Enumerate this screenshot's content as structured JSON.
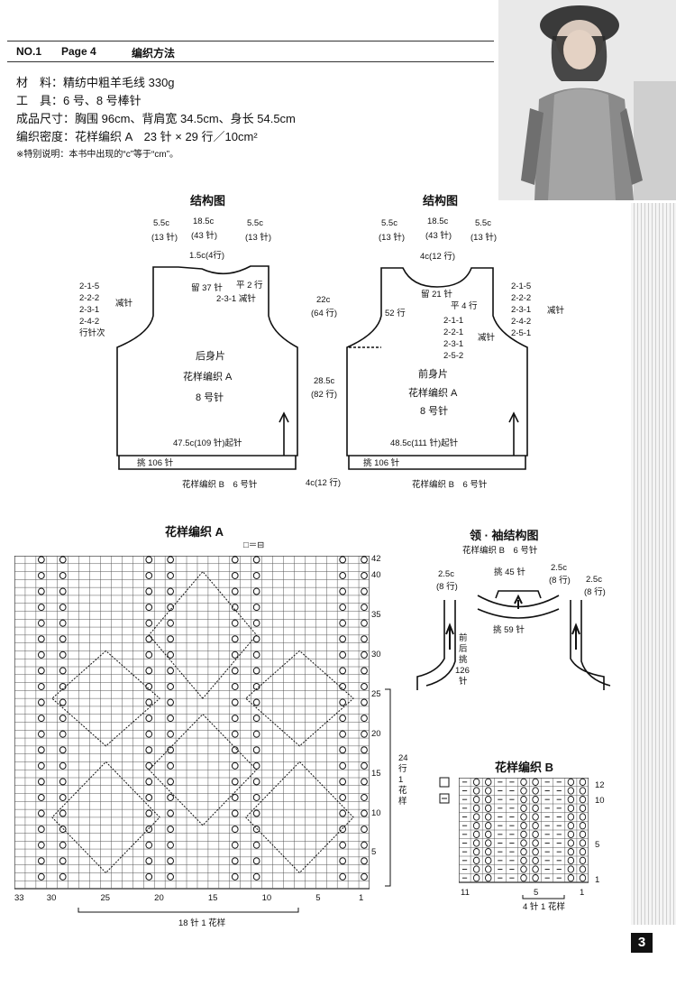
{
  "header": {
    "no": "NO.1",
    "page": "Page 4",
    "section": "编织方法"
  },
  "specs": {
    "material": "材　料：精纺中粗羊毛线 330g",
    "tools": "工　具：6 号、8 号棒针",
    "size": "成品尺寸：胸围 96cm、背肩宽 34.5cm、身长 54.5cm",
    "gauge": "编织密度：花样编织 A　23 针 × 29 行／10cm²",
    "note": "※特别说明：本书中出现的“c”等于“cm”。"
  },
  "back": {
    "title": "结构图",
    "top": [
      "5.5c",
      "18.5c",
      "5.5c"
    ],
    "top_rows": [
      "(13 针)",
      "(43 针)",
      "(13 针)"
    ],
    "neck": "1.5c(4行)",
    "leave": "留 37 针",
    "neck_flat": "平 2 行",
    "neck_dec": "2-3-1 减针",
    "arm": [
      "2-1-5",
      "2-2-2",
      "2-3-1",
      "2-4-2",
      "行针次"
    ],
    "arm_dec": "减针",
    "name": "后身片",
    "pattern": "花样编织 A",
    "needle": "8 号针",
    "cast": "47.5c(109 针)起针",
    "pick": "挑 106 针",
    "rib": "花样编织 B　6 号针"
  },
  "mid": {
    "h1": "22c",
    "h1r": "(64 行)",
    "h2": "28.5c",
    "h2r": "(82 行)",
    "h3": "4c(12 行)"
  },
  "front": {
    "title": "结构图",
    "top": [
      "5.5c",
      "18.5c",
      "5.5c"
    ],
    "top_rows": [
      "(13 针)",
      "(43 针)",
      "(13 针)"
    ],
    "neck": "4c(12 行)",
    "leave": "留 21 针",
    "rows52": "52 行",
    "flat4": "平 4 行",
    "neck_seq": [
      "2-1-1",
      "2-2-1",
      "2-3-1",
      "2-5-2"
    ],
    "neck_dec": "减针",
    "arm": [
      "2-1-5",
      "2-2-2",
      "2-3-1",
      "2-4-2",
      "2-5-1"
    ],
    "arm_dec": "减针",
    "name": "前身片",
    "pattern": "花样编织 A",
    "needle": "8 号针",
    "cast": "48.5c(111 针)起针",
    "pick": "挑 106 针",
    "rib": "花样编织 B　6 号针"
  },
  "chartA": {
    "title": "花样编织 A",
    "legend": "□＝⊟",
    "row_labels": [
      "42",
      "40",
      "35",
      "30",
      "25",
      "20",
      "15",
      "10",
      "5"
    ],
    "col_labels": [
      "33",
      "30",
      "25",
      "20",
      "15",
      "10",
      "5",
      "1"
    ],
    "repeat_rows": [
      "24",
      "行",
      "1",
      "花",
      "样"
    ],
    "repeat_sts": "18 针 1 花样"
  },
  "neckband": {
    "title": "领 · 袖结构图",
    "subtitle": "花样编织 B　6 号针",
    "left": "2.5c",
    "left_r": "(8 行)",
    "pick45": "挑 45 针",
    "mid": "2.5c",
    "mid_r": "(8 行)",
    "right": "2.5c",
    "right_r": "(8 行)",
    "pick59": "挑 59 针",
    "side": [
      "前",
      "后",
      "挑",
      "126",
      "针"
    ]
  },
  "chartB": {
    "title": "花样编织 B",
    "row_labels": [
      "12",
      "10",
      "5",
      "1"
    ],
    "col_labels": [
      "11",
      "5",
      "1"
    ],
    "repeat": "4 针 1 花样"
  },
  "page_number": "3",
  "colors": {
    "ink": "#111111",
    "grid": "#555555",
    "edge": "#cfcfcf"
  }
}
